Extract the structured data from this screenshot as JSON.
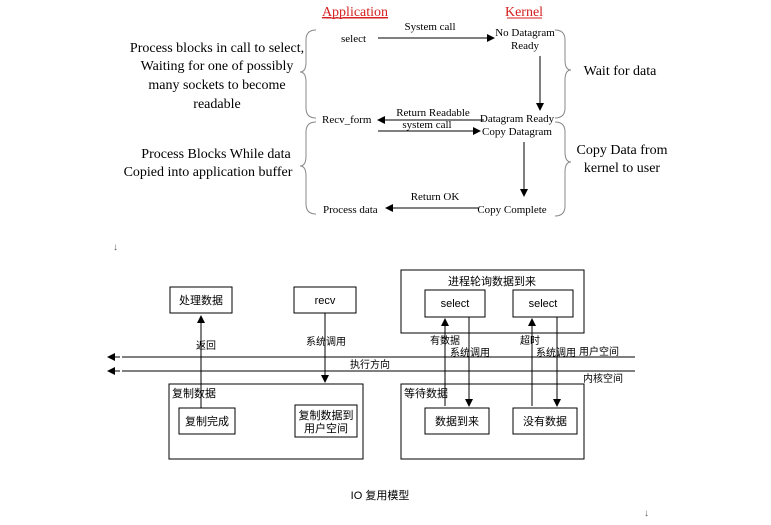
{
  "top": {
    "col_application": "Application",
    "col_kernel": "Kernel",
    "left_note_1": [
      "Process blocks in call to select,",
      "Waiting for one of possibly",
      "many sockets to become",
      "readable"
    ],
    "left_note_2": [
      "Process Blocks While data",
      "Copied into application buffer"
    ],
    "right_note_1": "Wait for data",
    "right_note_2": [
      "Copy Data from",
      "kernel to user"
    ],
    "app_select": "select",
    "app_recv": "Recv_form",
    "app_process": "Process data",
    "msg_system_call": "System call",
    "msg_return_readable": "Return Readable",
    "msg_system_call_2": "system call",
    "msg_return_ok": "Return OK",
    "k_no_datagram": [
      "No Datagram",
      "Ready"
    ],
    "k_datagram_ready": "Datagram Ready",
    "k_copy_datagram": "Copy Datagram",
    "k_copy_complete": "Copy Complete",
    "accent_color": "#d42020"
  },
  "bottom": {
    "box_process_data": "处理数据",
    "box_recv": "recv",
    "box_poll_title": "进程轮询数据到来",
    "box_select_1": "select",
    "box_select_2": "select",
    "label_return": "返回",
    "label_syscall": "系统调用",
    "label_has_data": "有数据",
    "label_syscall_2": "系统调用",
    "label_timeout": "超时",
    "label_syscall_3": "系统调用",
    "label_user_space": "用户空间",
    "label_exec_dir": "执行方向",
    "label_kernel_space": "内核空间",
    "group_copy": "复制数据",
    "box_copy_done": "复制完成",
    "box_copy_to_user": [
      "复制数据到",
      "用户空间"
    ],
    "group_wait": "等待数据",
    "box_data_arrive": "数据到来",
    "box_no_data": "没有数据",
    "caption": "IO 复用模型"
  },
  "marks": {
    "return_mark": "↓"
  }
}
